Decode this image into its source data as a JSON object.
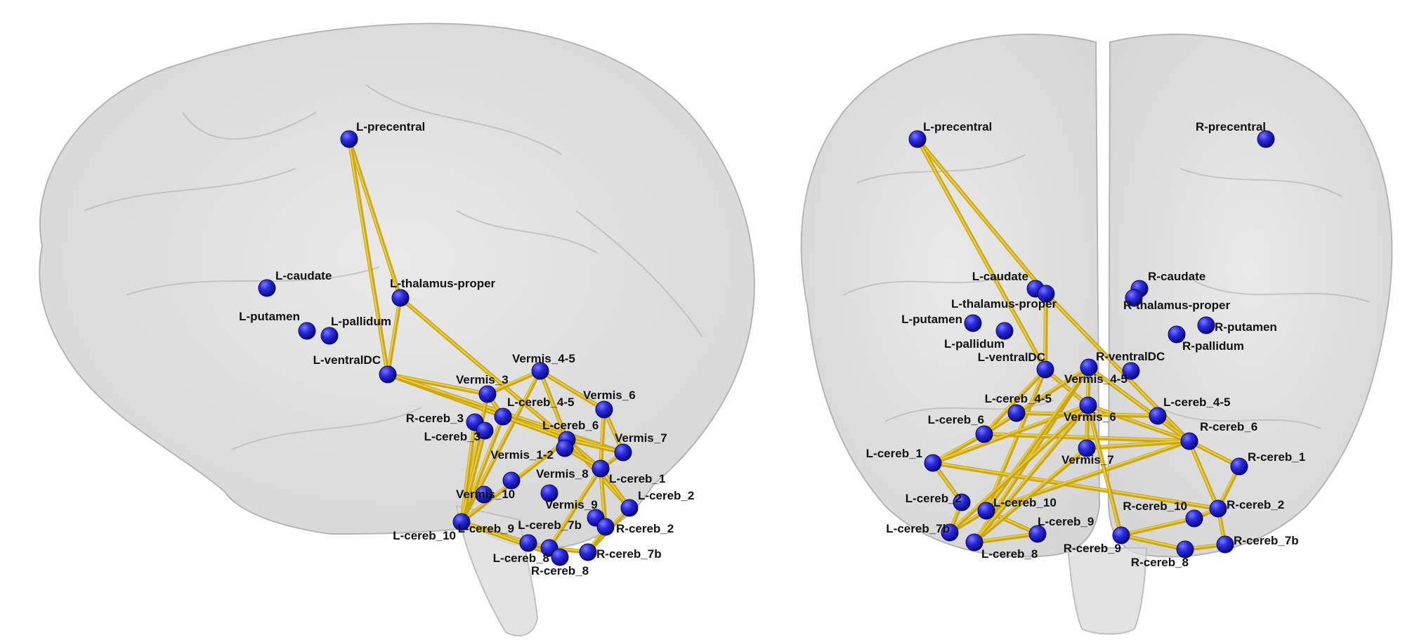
{
  "colors": {
    "node": "#1f1fd6",
    "edge": "#e2c022",
    "brain": "#d4d4d4"
  },
  "panels": [
    {
      "view": "sagittal",
      "nodes": [
        {
          "id": "L-precentral",
          "label": "L-precentral"
        },
        {
          "id": "L-caudate",
          "label": "L-caudate"
        },
        {
          "id": "L-putamen",
          "label": "L-putamen"
        },
        {
          "id": "L-pallidum",
          "label": "L-pallidum"
        },
        {
          "id": "L-thalamus-proper",
          "label": "L-thalamus-proper"
        },
        {
          "id": "L-ventralDC",
          "label": "L-ventralDC"
        },
        {
          "id": "Vermis_4-5",
          "label": "Vermis_4-5"
        },
        {
          "id": "Vermis_3",
          "label": "Vermis_3"
        },
        {
          "id": "L-cereb_4-5",
          "label": "L-cereb_4-5"
        },
        {
          "id": "Vermis_6",
          "label": "Vermis_6"
        },
        {
          "id": "R-cereb_3",
          "label": "R-cereb_3"
        },
        {
          "id": "L-cereb_3",
          "label": "L-cereb_3"
        },
        {
          "id": "L-cereb_6",
          "label": "L-cereb_6"
        },
        {
          "id": "Vermis_1-2",
          "label": "Vermis_1-2"
        },
        {
          "id": "Vermis_7",
          "label": "Vermis_7"
        },
        {
          "id": "Vermis_8",
          "label": "Vermis_8"
        },
        {
          "id": "L-cereb_1",
          "label": "L-cereb_1"
        },
        {
          "id": "Vermis_10",
          "label": "Vermis_10"
        },
        {
          "id": "Vermis_9",
          "label": "Vermis_9"
        },
        {
          "id": "L-cereb_2",
          "label": "L-cereb_2"
        },
        {
          "id": "L-cereb_7b",
          "label": "L-cereb_7b"
        },
        {
          "id": "R-cereb_2",
          "label": "R-cereb_2"
        },
        {
          "id": "L-cereb_9",
          "label": "L-cereb_9"
        },
        {
          "id": "L-cereb_10",
          "label": "L-cereb_10"
        },
        {
          "id": "L-cereb_8",
          "label": "L-cereb_8"
        },
        {
          "id": "R-cereb_7b",
          "label": "R-cereb_7b"
        },
        {
          "id": "R-cereb_8",
          "label": "R-cereb_8"
        }
      ]
    },
    {
      "view": "coronal",
      "nodes": [
        {
          "id": "L-precentral",
          "label": "L-precentral"
        },
        {
          "id": "R-precentral",
          "label": "R-precentral"
        },
        {
          "id": "L-caudate",
          "label": "L-caudate"
        },
        {
          "id": "R-caudate",
          "label": "R-caudate"
        },
        {
          "id": "L-thalamus-proper",
          "label": "L-thalamus-proper"
        },
        {
          "id": "R-thalamus-proper",
          "label": "R-thalamus-proper"
        },
        {
          "id": "L-putamen",
          "label": "L-putamen"
        },
        {
          "id": "R-putamen",
          "label": "R-putamen"
        },
        {
          "id": "L-pallidum",
          "label": "L-pallidum"
        },
        {
          "id": "R-pallidum",
          "label": "R-pallidum"
        },
        {
          "id": "L-ventralDC",
          "label": "L-ventralDC"
        },
        {
          "id": "R-ventralDC",
          "label": "R-ventralDC"
        },
        {
          "id": "Vermis_4-5",
          "label": "Vermis_4-5"
        },
        {
          "id": "L-cereb_4-5",
          "label": "L-cereb_4-5"
        },
        {
          "id": "R-cereb_4-5",
          "label": "L-cereb_4-5"
        },
        {
          "id": "Vermis_6",
          "label": "Vermis_6"
        },
        {
          "id": "L-cereb_6",
          "label": "L-cereb_6"
        },
        {
          "id": "R-cereb_6",
          "label": "R-cereb_6"
        },
        {
          "id": "L-cereb_1",
          "label": "L-cereb_1"
        },
        {
          "id": "R-cereb_1",
          "label": "R-cereb_1"
        },
        {
          "id": "Vermis_7",
          "label": "Vermis_7"
        },
        {
          "id": "L-cereb_2",
          "label": "L-cereb_2"
        },
        {
          "id": "L-cereb_10",
          "label": "L-cereb_10"
        },
        {
          "id": "R-cereb_10",
          "label": "R-cereb_10"
        },
        {
          "id": "R-cereb_2",
          "label": "R-cereb_2"
        },
        {
          "id": "L-cereb_7b",
          "label": "L-cereb_7b"
        },
        {
          "id": "L-cereb_9",
          "label": "L-cereb_9"
        },
        {
          "id": "R-cereb_7b",
          "label": "R-cereb_7b"
        },
        {
          "id": "L-cereb_8",
          "label": "L-cereb_8"
        },
        {
          "id": "R-cereb_9",
          "label": "R-cereb_9"
        },
        {
          "id": "R-cereb_8",
          "label": "R-cereb_8"
        }
      ]
    }
  ]
}
